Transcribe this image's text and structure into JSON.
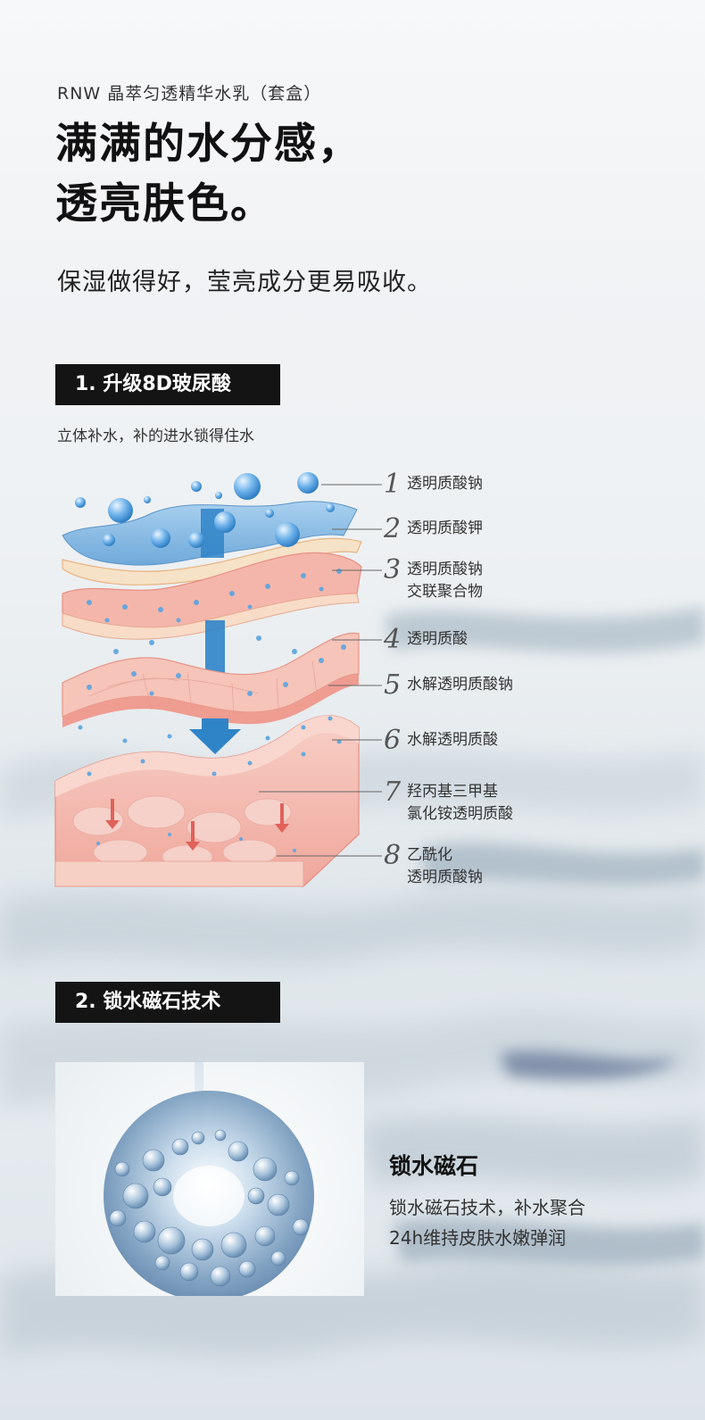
{
  "header": {
    "brand_line": "RNW 晶萃匀透精华水乳（套盒）",
    "headline_1": "满满的水分感，",
    "headline_2": "透亮肤色。",
    "subline": "保湿做得好，莹亮成分更易吸收。"
  },
  "section1": {
    "tag": "1. 升级8D玻尿酸",
    "description": "立体补水，补的进水锁得住水",
    "ingredients": [
      {
        "num": "1",
        "line1": "透明质酸钠",
        "line2": ""
      },
      {
        "num": "2",
        "line1": "透明质酸钾",
        "line2": ""
      },
      {
        "num": "3",
        "line1": "透明质酸钠",
        "line2": "交联聚合物"
      },
      {
        "num": "4",
        "line1": "透明质酸",
        "line2": ""
      },
      {
        "num": "5",
        "line1": "水解透明质酸钠",
        "line2": ""
      },
      {
        "num": "6",
        "line1": "水解透明质酸",
        "line2": ""
      },
      {
        "num": "7",
        "line1": "羟丙基三甲基",
        "line2": "氯化铵透明质酸"
      },
      {
        "num": "8",
        "line1": "乙酰化",
        "line2": "透明质酸钠"
      }
    ]
  },
  "section2": {
    "tag": "2. 锁水磁石技术",
    "feature_title": "锁水磁石",
    "feature_desc_1": "锁水磁石技术，补水聚合",
    "feature_desc_2": "24h维持皮肤水嫩弹润"
  },
  "colors": {
    "tag_bg": "#141414",
    "water_blue": "#7fb4dd",
    "skin_pink": "#f3b3a8",
    "arrow_blue": "#2f84c8",
    "arrow_red": "#e0625a"
  }
}
